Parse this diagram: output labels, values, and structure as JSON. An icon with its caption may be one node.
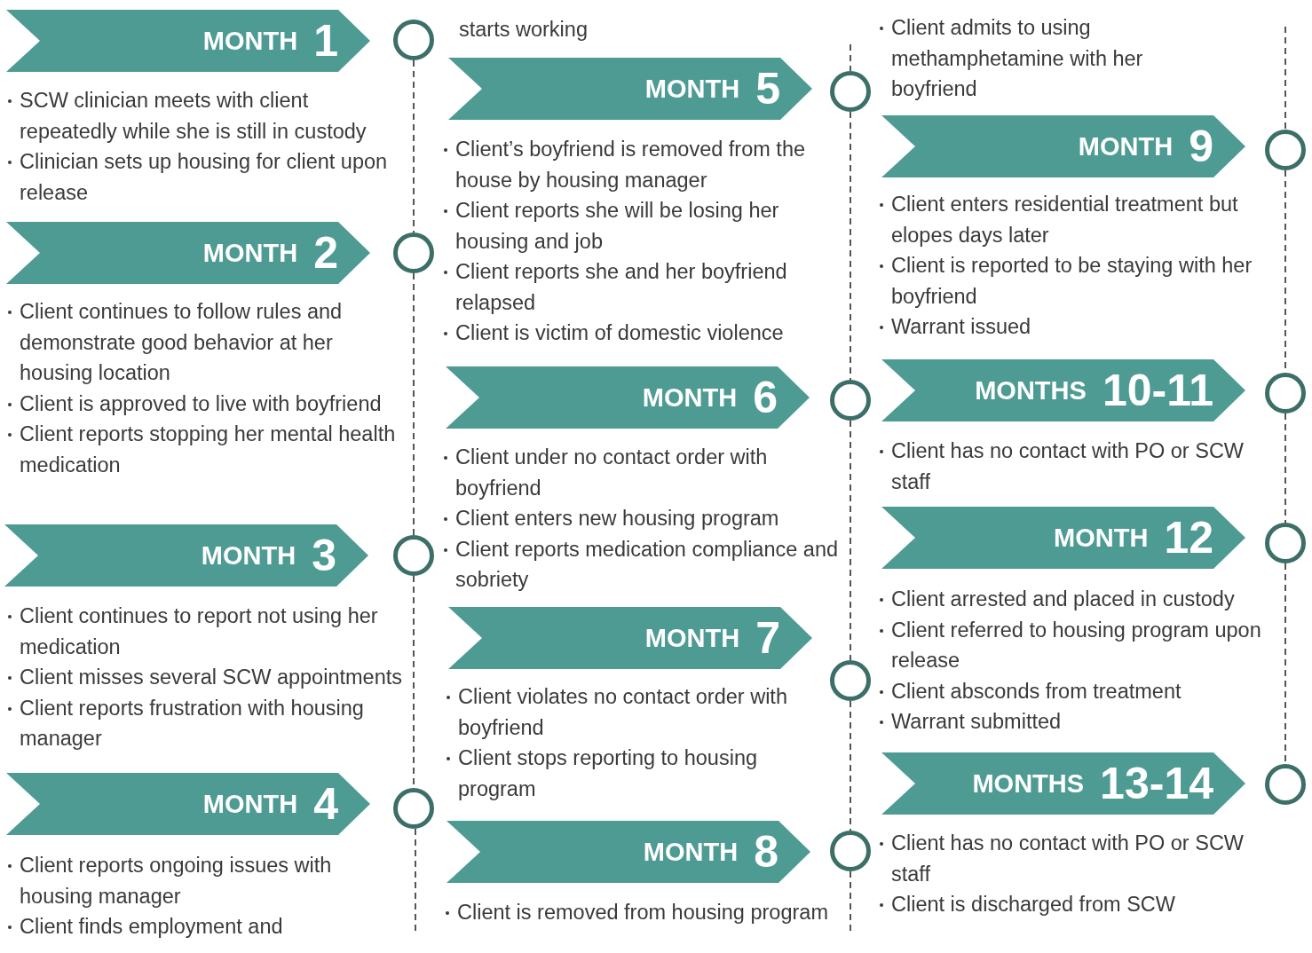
{
  "diagram": {
    "nodes": [
      {
        "text": [
          "MONTH",
          "1"
        ],
        "beside": [
          "SCW clinician meets with client repeatedly while she is still in custody",
          "Clinician sets up housing for client upon release"
        ]
      },
      {
        "text": [],
        "shape": "circle"
      },
      {
        "text": [
          "MONTH",
          "2"
        ],
        "beside": [
          "Client continues to follow rules and demonstrate good behavior at her housing location",
          "Client is approved to live with boyfriend",
          "Client reports stopping her mental health medication"
        ]
      },
      {
        "text": [],
        "shape": "circle"
      },
      {
        "text": [
          "MONTH",
          "3"
        ],
        "beside": [
          "Client continues to report not using her medication",
          "Client misses several SCW appointments",
          "Client reports frustration with housing manager"
        ]
      },
      {
        "text": [],
        "shape": "circle"
      },
      {
        "text": [
          "MONTH",
          "4"
        ],
        "beside": [
          "Client reports ongoing issues with housing manager",
          "Client finds employment and"
        ]
      },
      {
        "text": [],
        "shape": "circle"
      },
      {
        "text": [
          "MONTH",
          "5"
        ],
        "beside": [
          "Client’s boyfriend is removed from the house by housing manager",
          "Client reports she will be losing her housing and job",
          "Client reports she and her boyfriend relapsed",
          "Client is victim of domestic violence"
        ]
      },
      {
        "text": [],
        "shape": "circle"
      },
      {
        "text": [
          "MONTH",
          "6"
        ],
        "beside": [
          "Client under no contact order with boyfriend",
          "Client enters new housing program",
          "Client reports medication compliance and sobriety"
        ]
      },
      {
        "text": [],
        "shape": "circle"
      },
      {
        "text": [
          "MONTH",
          "7"
        ],
        "beside": [
          "Client violates no contact order with boyfriend",
          "Client stops reporting to housing program"
        ]
      },
      {
        "text": [],
        "shape": "circle"
      },
      {
        "text": [
          "MONTH",
          "8"
        ],
        "beside": [
          "Client is removed from housing program"
        ]
      },
      {
        "text": [],
        "shape": "circle"
      },
      {
        "text": [
          "MONTH",
          "9"
        ],
        "beside": [
          "Client enters residential treatment but elopes days later",
          "Client is reported to be staying with her boyfriend",
          "Warrant issued"
        ]
      },
      {
        "text": [],
        "shape": "circle"
      },
      {
        "text": [
          "MONTHS",
          "10-11"
        ],
        "beside": [
          "Client has no contact with PO or SCW staff"
        ]
      },
      {
        "text": [],
        "shape": "circle"
      },
      {
        "text": [
          "MONTH",
          "12"
        ],
        "beside": [
          "Client arrested and placed in custody",
          "Client referred to housing program upon release",
          "Client absconds from treatment",
          "Warrant submitted"
        ]
      },
      {
        "text": [],
        "shape": "circle"
      },
      {
        "text": [
          "MONTHS",
          "13-14"
        ],
        "beside": [
          "Client has no contact with PO or SCW staff",
          "Client is discharged from SCW"
        ]
      },
      {
        "text": [],
        "shape": "circle"
      }
    ],
    "edges": [
      {
        "from": 1,
        "to": 3,
        "arrow": "none",
        "style": "dashed"
      },
      {
        "from": 3,
        "to": 5,
        "arrow": "none",
        "style": "dashed"
      },
      {
        "from": 5,
        "to": 7,
        "arrow": "none",
        "style": "dashed"
      },
      {
        "from": 9,
        "to": 11,
        "arrow": "none",
        "style": "dashed"
      },
      {
        "from": 11,
        "to": 13,
        "arrow": "none",
        "style": "dashed"
      },
      {
        "from": 13,
        "to": 15,
        "arrow": "none",
        "style": "dashed"
      },
      {
        "from": 17,
        "to": 19,
        "arrow": "none",
        "style": "dashed"
      },
      {
        "from": 19,
        "to": 21,
        "arrow": "none",
        "style": "dashed"
      },
      {
        "from": 21,
        "to": 23,
        "arrow": "none",
        "style": "dashed"
      }
    ],
    "labels": [
      "starts working",
      "Client admits to using methamphetamine with her boyfriend"
    ]
  }
}
